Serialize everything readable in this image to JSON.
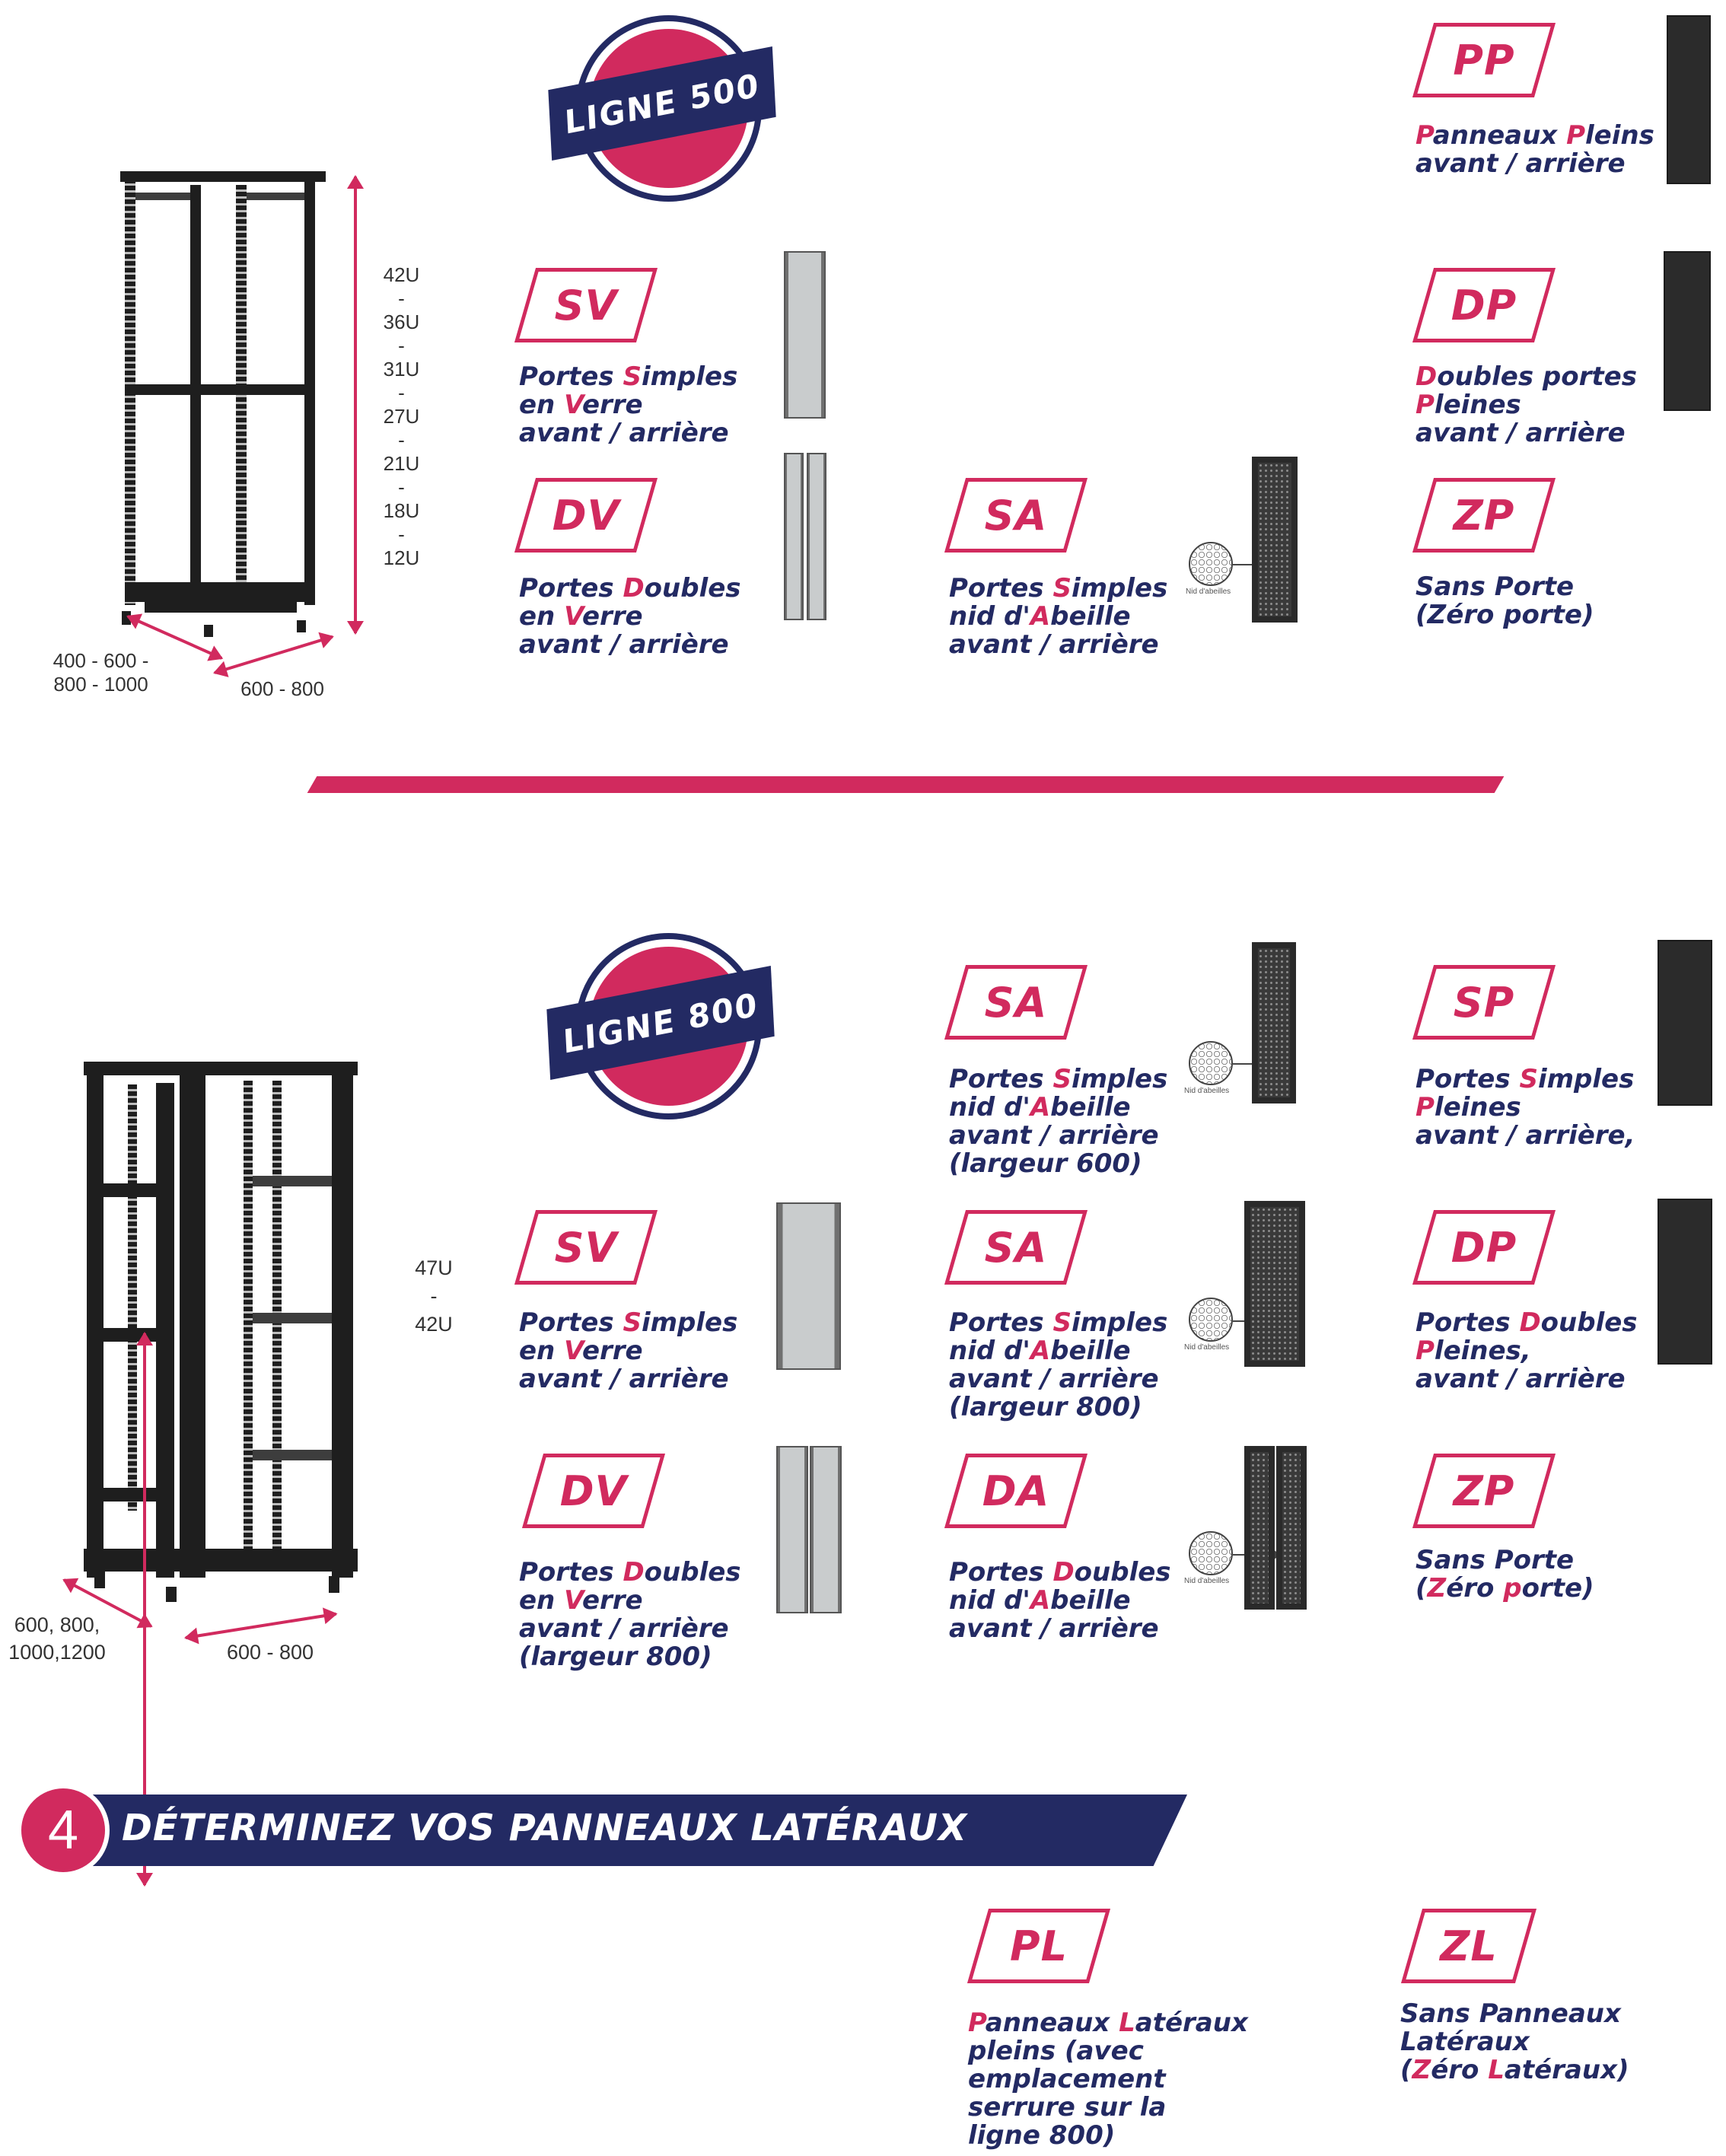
{
  "colors": {
    "accent": "#d12a5e",
    "navy": "#232a63"
  },
  "ligne500": {
    "seal_label": "LIGNE 500",
    "heights": [
      "42U",
      "-",
      "36U",
      "-",
      "31U",
      "-",
      "27U",
      "-",
      "21U",
      "-",
      "18U",
      "-",
      "12U"
    ],
    "depth": [
      "400 - 600 -",
      "800 - 1000"
    ],
    "width": "600 - 800",
    "options": [
      {
        "code": "PP",
        "lines": [
          [
            "",
            "P",
            "anneaux ",
            "P",
            "leins"
          ],
          [
            "avant / arrière"
          ]
        ]
      },
      {
        "code": "SV",
        "lines": [
          [
            "Portes ",
            "S",
            "imples"
          ],
          [
            "en ",
            "V",
            "erre"
          ],
          [
            "avant / arrière"
          ]
        ]
      },
      {
        "code": "DP",
        "lines": [
          [
            "",
            "D",
            "oubles portes"
          ],
          [
            "",
            "P",
            "leines"
          ],
          [
            "avant / arrière"
          ]
        ]
      },
      {
        "code": "DV",
        "lines": [
          [
            "Portes ",
            "D",
            "oubles"
          ],
          [
            "en ",
            "V",
            "erre"
          ],
          [
            "avant / arrière"
          ]
        ]
      },
      {
        "code": "SA",
        "lines": [
          [
            "Portes ",
            "S",
            "imples"
          ],
          [
            "nid d'",
            "A",
            "beille"
          ],
          [
            "avant / arrière"
          ]
        ]
      },
      {
        "code": "ZP",
        "lines": [
          [
            "Sans Porte"
          ],
          [
            "(Zéro porte)"
          ]
        ]
      }
    ],
    "honeycomb_label": "Nid d'abeilles"
  },
  "ligne800": {
    "seal_label": "LIGNE 800",
    "heights": [
      "47U",
      "-",
      "42U"
    ],
    "depth": [
      "600, 800,",
      "1000,1200"
    ],
    "width": "600 - 800",
    "options": [
      {
        "code": "SA",
        "lines": [
          [
            "Portes ",
            "S",
            "imples"
          ],
          [
            "nid d'",
            "A",
            "beille"
          ],
          [
            "avant / arrière"
          ],
          [
            "(largeur 600)"
          ]
        ]
      },
      {
        "code": "SP",
        "lines": [
          [
            "Portes ",
            "S",
            "imples"
          ],
          [
            "",
            "P",
            "leines"
          ],
          [
            "avant / arrière,"
          ]
        ]
      },
      {
        "code": "SV",
        "lines": [
          [
            "Portes ",
            "S",
            "imples"
          ],
          [
            "en ",
            "V",
            "erre"
          ],
          [
            "avant / arrière"
          ]
        ]
      },
      {
        "code": "SA",
        "lines": [
          [
            "Portes ",
            "S",
            "imples"
          ],
          [
            "nid d'",
            "A",
            "beille"
          ],
          [
            "avant / arrière"
          ],
          [
            "(largeur 800)"
          ]
        ]
      },
      {
        "code": "DP",
        "lines": [
          [
            "Portes ",
            "D",
            "oubles"
          ],
          [
            "",
            "P",
            "leines,"
          ],
          [
            "avant / arrière"
          ]
        ]
      },
      {
        "code": "DV",
        "lines": [
          [
            "Portes ",
            "D",
            "oubles"
          ],
          [
            "en ",
            "V",
            "erre"
          ],
          [
            "avant / arrière"
          ],
          [
            "(largeur 800)"
          ]
        ]
      },
      {
        "code": "DA",
        "lines": [
          [
            "Portes ",
            "D",
            "oubles"
          ],
          [
            "nid d'",
            "A",
            "beille"
          ],
          [
            "avant / arrière"
          ]
        ]
      },
      {
        "code": "ZP",
        "lines": [
          [
            "Sans Porte"
          ],
          [
            "(",
            "Z",
            "éro ",
            "p",
            "orte)"
          ]
        ]
      }
    ],
    "honeycomb_label": "Nid d'abeilles"
  },
  "section4": {
    "number": "4",
    "title": "DÉTERMINEZ VOS PANNEAUX LATÉRAUX",
    "options": [
      {
        "code": "PL",
        "lines": [
          [
            "",
            "P",
            "anneaux ",
            "L",
            "atéraux"
          ],
          [
            "pleins (avec"
          ],
          [
            "emplacement"
          ],
          [
            "serrure sur la"
          ],
          [
            "ligne 800)"
          ]
        ]
      },
      {
        "code": "ZL",
        "lines": [
          [
            "Sans Panneaux"
          ],
          [
            "Latéraux"
          ],
          [
            "(",
            "Z",
            "éro ",
            "L",
            "atéraux)"
          ]
        ]
      }
    ]
  }
}
